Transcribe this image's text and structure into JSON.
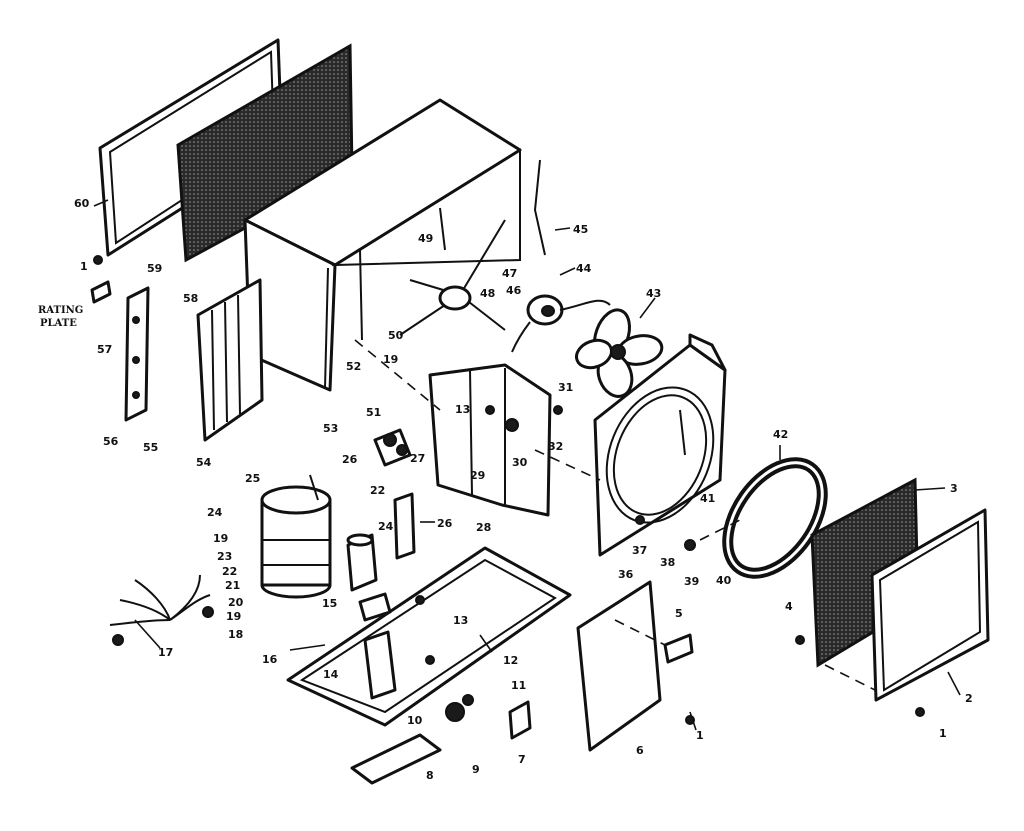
{
  "diagram": {
    "note_lines": [
      "RATING",
      "PLATE"
    ],
    "callouts": [
      {
        "text": "60"
      },
      {
        "text": "1"
      },
      {
        "text": "59"
      },
      {
        "text": "58"
      },
      {
        "text": "57"
      },
      {
        "text": "56"
      },
      {
        "text": "55"
      },
      {
        "text": "54"
      },
      {
        "text": "53"
      },
      {
        "text": "50"
      },
      {
        "text": "49"
      },
      {
        "text": "48"
      },
      {
        "text": "47"
      },
      {
        "text": "46"
      },
      {
        "text": "45"
      },
      {
        "text": "44"
      },
      {
        "text": "43"
      },
      {
        "text": "42"
      },
      {
        "text": "52"
      },
      {
        "text": "19"
      },
      {
        "text": "51"
      },
      {
        "text": "26"
      },
      {
        "text": "27"
      },
      {
        "text": "13"
      },
      {
        "text": "29"
      },
      {
        "text": "30"
      },
      {
        "text": "31"
      },
      {
        "text": "32"
      },
      {
        "text": "28"
      },
      {
        "text": "25"
      },
      {
        "text": "24"
      },
      {
        "text": "19"
      },
      {
        "text": "23"
      },
      {
        "text": "22"
      },
      {
        "text": "21"
      },
      {
        "text": "20"
      },
      {
        "text": "19"
      },
      {
        "text": "18"
      },
      {
        "text": "17"
      },
      {
        "text": "22"
      },
      {
        "text": "24"
      },
      {
        "text": "26"
      },
      {
        "text": "15"
      },
      {
        "text": "13"
      },
      {
        "text": "16"
      },
      {
        "text": "14"
      },
      {
        "text": "12"
      },
      {
        "text": "11"
      },
      {
        "text": "10"
      },
      {
        "text": "9"
      },
      {
        "text": "7"
      },
      {
        "text": "8"
      },
      {
        "text": "6"
      },
      {
        "text": "1"
      },
      {
        "text": "5"
      },
      {
        "text": "37"
      },
      {
        "text": "36"
      },
      {
        "text": "38"
      },
      {
        "text": "39"
      },
      {
        "text": "40"
      },
      {
        "text": "41"
      },
      {
        "text": "3"
      },
      {
        "text": "4"
      },
      {
        "text": "2"
      },
      {
        "text": "1"
      }
    ]
  }
}
